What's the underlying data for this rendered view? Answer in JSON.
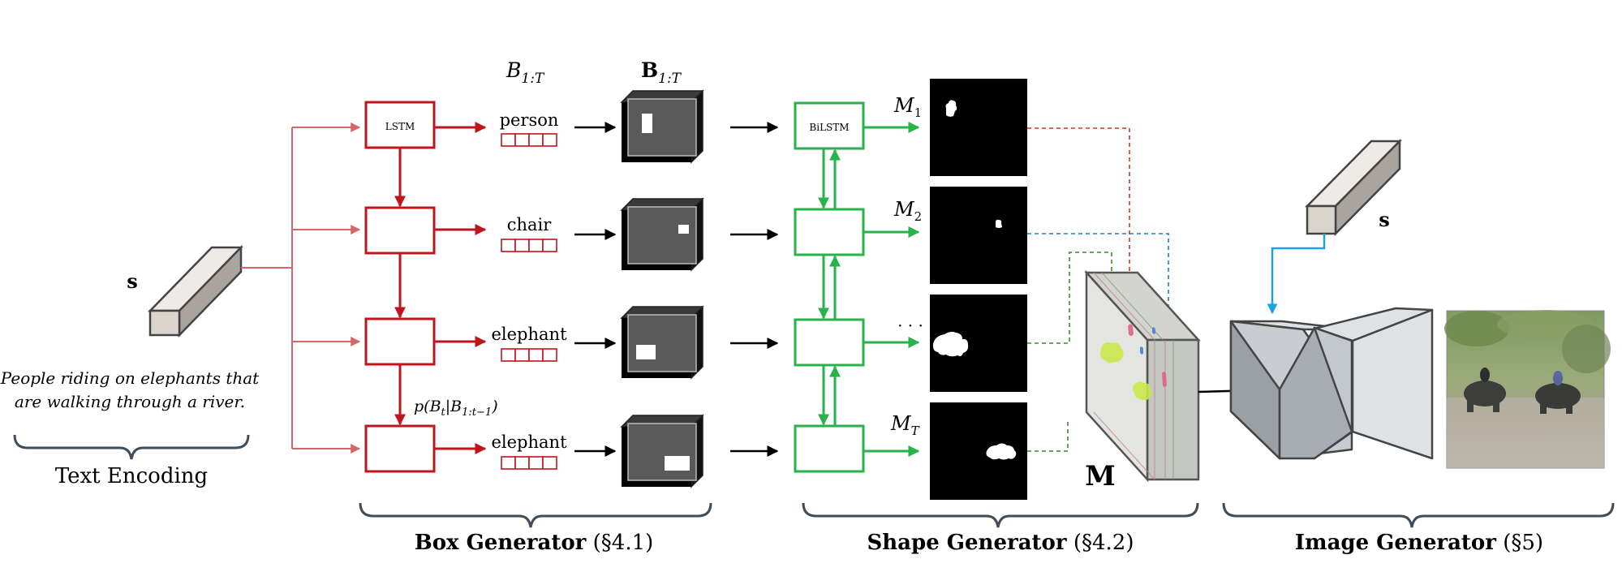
{
  "text_encoding": {
    "s_label": "s",
    "sentence_line1": "People riding on elephants that",
    "sentence_line2": "are walking through a river.",
    "section_label": "Text Encoding"
  },
  "box_generator": {
    "lstm_label": "LSTM",
    "classes": [
      "person",
      "chair",
      "elephant",
      "elephant"
    ],
    "col_header_italic": "B",
    "col_header_bold": "B",
    "col_header_sub": "1:T",
    "prob_prefix": "p(B",
    "prob_sub1": "t",
    "prob_mid": "|B",
    "prob_sub2": "1:t−1",
    "prob_suffix": ")",
    "section_label": "Box Generator",
    "section_ref": "(§4.1)"
  },
  "shape_generator": {
    "bilstm_label": "BiLSTM",
    "mask_letter": "M",
    "mask_subs": [
      "1",
      "2",
      "",
      "T"
    ],
    "ellipsis": "· · ·",
    "layout_label": "M",
    "section_label": "Shape Generator",
    "section_ref": "(§4.2)"
  },
  "image_generator": {
    "s_label": "s",
    "section_label": "Image Generator",
    "section_ref": "(§5)"
  },
  "colors": {
    "box_red": "#c0151c",
    "text_encoding_red": "#d4676a",
    "shape_green": "#27b24a",
    "blue": "#1aa3e0",
    "dash_red": "#c0392b",
    "dash_green": "#3a8c2a",
    "dash_blue": "#1b7fc4",
    "brace_gray": "#3e4d59"
  }
}
